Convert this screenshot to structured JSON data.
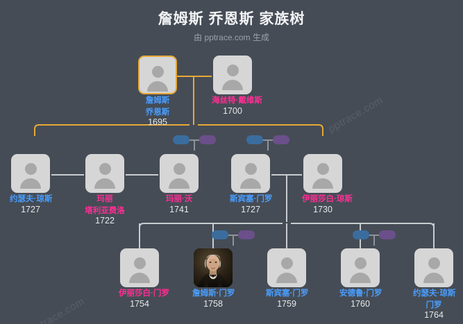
{
  "header": {
    "title": "詹姆斯 乔恩斯 家族树",
    "subtitle": "由 pptrace.com 生成"
  },
  "watermark": {
    "text": "pptrace.com"
  },
  "colors": {
    "background": "#454c55",
    "male_name": "#4a9eff",
    "female_name": "#ff2e95",
    "year": "#e7e9eb",
    "focus_border": "#e8a838",
    "spouse_link": "#e8a838",
    "child_link": "#c9ccd1",
    "badge_blue": "#3a6d9e",
    "badge_purple": "#6b4f8a",
    "avatar_bg": "#d6d6d6"
  },
  "generations": [
    {
      "name": "generation-1",
      "people": [
        {
          "id": "james-jones",
          "name_lines": [
            "詹姆斯",
            "乔恩斯"
          ],
          "year": "1695",
          "gender": "male",
          "focused": true,
          "avatar": "person-icon"
        },
        {
          "id": "hester-davis",
          "name_lines": [
            "海丝特·戴维斯"
          ],
          "year": "1700",
          "gender": "female",
          "focused": false,
          "avatar": "person-icon"
        }
      ]
    },
    {
      "name": "generation-2",
      "people": [
        {
          "id": "joseph-jones",
          "name_lines": [
            "约瑟夫·琼斯"
          ],
          "year": "1727",
          "gender": "male",
          "focused": false,
          "avatar": "person-icon"
        },
        {
          "id": "mary-taliaferro",
          "name_lines": [
            "玛丽",
            "塔利亚费洛"
          ],
          "year": "1722",
          "gender": "female",
          "focused": false,
          "avatar": "person-icon"
        },
        {
          "id": "mary-waugh",
          "name_lines": [
            "玛丽·沃"
          ],
          "year": "1741",
          "gender": "female",
          "focused": false,
          "avatar": "person-icon"
        },
        {
          "id": "spence-monroe",
          "name_lines": [
            "斯宾塞·门罗"
          ],
          "year": "1727",
          "gender": "male",
          "focused": false,
          "avatar": "person-icon"
        },
        {
          "id": "elizabeth-jones",
          "name_lines": [
            "伊丽莎白·琼斯"
          ],
          "year": "1730",
          "gender": "female",
          "focused": false,
          "avatar": "person-icon"
        }
      ]
    },
    {
      "name": "generation-3",
      "people": [
        {
          "id": "elizabeth-monroe",
          "name_lines": [
            "伊丽莎白·门罗"
          ],
          "year": "1754",
          "gender": "female",
          "focused": false,
          "avatar": "person-icon"
        },
        {
          "id": "james-monroe",
          "name_lines": [
            "詹姆斯·门罗"
          ],
          "year": "1758",
          "gender": "male",
          "focused": false,
          "avatar": "portrait-photo"
        },
        {
          "id": "spence-monroe-jr",
          "name_lines": [
            "斯宾塞·门罗"
          ],
          "year": "1759",
          "gender": "male",
          "focused": false,
          "avatar": "person-icon"
        },
        {
          "id": "andrew-monroe",
          "name_lines": [
            "安德鲁·门罗"
          ],
          "year": "1760",
          "gender": "male",
          "focused": false,
          "avatar": "person-icon"
        },
        {
          "id": "joseph-jones-monroe",
          "name_lines": [
            "约瑟夫·琼斯",
            "门罗"
          ],
          "year": "1764",
          "gender": "male",
          "focused": false,
          "avatar": "person-icon"
        }
      ]
    }
  ],
  "marriage_badges": [
    {
      "id": "badge-joseph-mary",
      "left_color": "blue",
      "right_color": "purple"
    },
    {
      "id": "badge-spence-elizabeth",
      "left_color": "blue",
      "right_color": "purple"
    },
    {
      "id": "badge-james-monroe",
      "left_color": "blue",
      "right_color": "purple"
    },
    {
      "id": "badge-andrew-monroe",
      "left_color": "blue",
      "right_color": "purple"
    }
  ]
}
